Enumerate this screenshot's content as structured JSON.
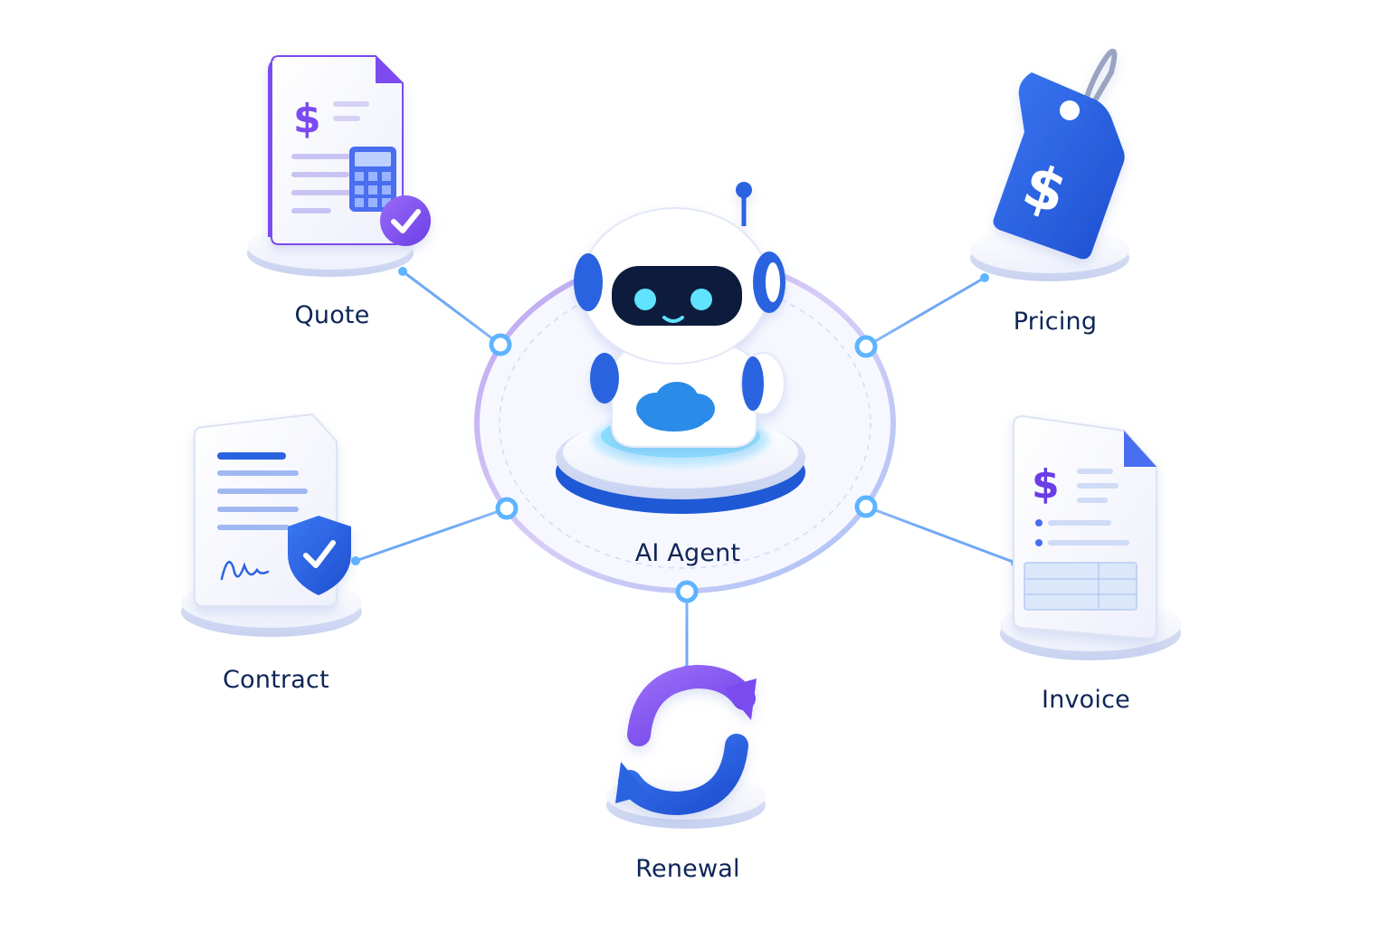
{
  "center": {
    "label": "AI Agent",
    "icon": "robot-icon"
  },
  "nodes": [
    {
      "id": "quote",
      "label": "Quote",
      "icon": "quote-document-icon"
    },
    {
      "id": "pricing",
      "label": "Pricing",
      "icon": "price-tag-icon"
    },
    {
      "id": "contract",
      "label": "Contract",
      "icon": "contract-document-icon"
    },
    {
      "id": "invoice",
      "label": "Invoice",
      "icon": "invoice-document-icon"
    },
    {
      "id": "renewal",
      "label": "Renewal",
      "icon": "renewal-cycle-icon"
    }
  ],
  "colors": {
    "primary_blue": "#2b63e0",
    "purple": "#7b4cf0",
    "cyan_glow": "#5fd6ff",
    "ring_purple": "#c9b6f3",
    "label_navy": "#0d2557",
    "platform": "#eef1fb"
  },
  "symbols": {
    "currency": "$"
  }
}
